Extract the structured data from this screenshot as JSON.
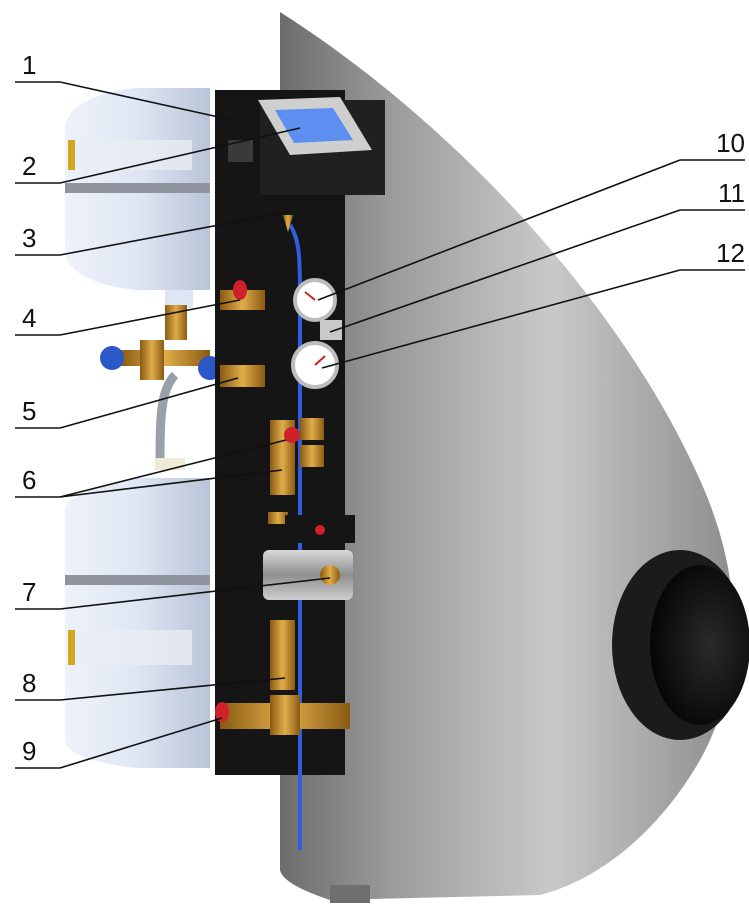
{
  "diagram": {
    "callouts": [
      {
        "id": "1",
        "label": "1",
        "side": "left"
      },
      {
        "id": "2",
        "label": "2",
        "side": "left"
      },
      {
        "id": "3",
        "label": "3",
        "side": "left"
      },
      {
        "id": "4",
        "label": "4",
        "side": "left"
      },
      {
        "id": "5",
        "label": "5",
        "side": "left"
      },
      {
        "id": "6",
        "label": "6",
        "side": "left"
      },
      {
        "id": "7",
        "label": "7",
        "side": "left"
      },
      {
        "id": "8",
        "label": "8",
        "side": "left"
      },
      {
        "id": "9",
        "label": "9",
        "side": "left"
      },
      {
        "id": "10",
        "label": "10",
        "side": "right"
      },
      {
        "id": "11",
        "label": "11",
        "side": "right"
      },
      {
        "id": "12",
        "label": "12",
        "side": "right"
      }
    ],
    "colors": {
      "tank_shell": "#a9a9a9",
      "vessel": "#dfe7f4",
      "panel": "#151515",
      "brass": "#c99532",
      "valve_red": "#d0202a",
      "pipe_blue": "#2f5fe0",
      "display": "#5d8ff0"
    }
  }
}
